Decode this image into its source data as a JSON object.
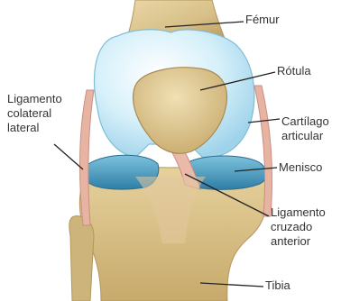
{
  "labels": {
    "femur": "Fémur",
    "rotula": "Rótula",
    "cartilago": "Cartílago\narticular",
    "ligamento_lateral": "Ligamento\ncolateral\nlateral",
    "menisco": "Menisco",
    "ligamento_cruzado": "Ligamento\ncruzado\nanterior",
    "tibia": "Tibia"
  },
  "colors": {
    "bone": "#d7c08a",
    "bone_shadow": "#b89a5a",
    "cartilage": "#bfe6f5",
    "meniscus": "#4fa6c9",
    "ligament": "#e9b7a8",
    "leader": "#222222",
    "text": "#333333"
  }
}
